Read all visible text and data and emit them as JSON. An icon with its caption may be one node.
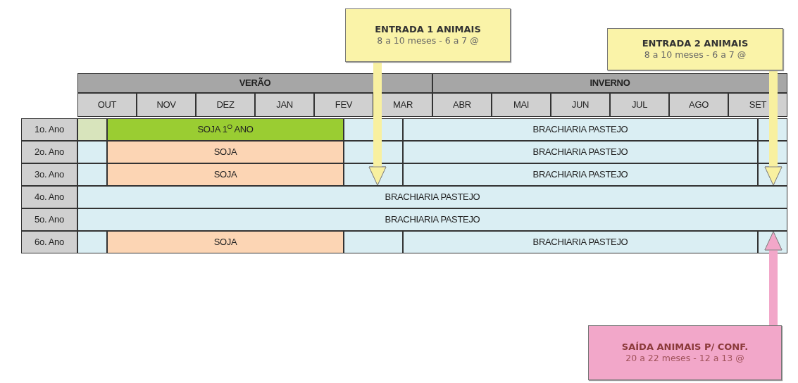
{
  "diagram": {
    "nodes": [
      {
        "text": [
          "ENTRADA 1 ANIMAIS",
          "8 a 10 meses - 6 a 7 @"
        ]
      },
      {
        "text": [
          "ENTRADA 2 ANIMAIS",
          "8 a 10 meses - 6 a 7 @"
        ]
      },
      {
        "text": [
          "SAÍDA ANIMAIS P/ CONF.",
          "20 a 22 meses - 12 a 13 @"
        ]
      },
      {
        "text": [
          "SOJA 1$^{O}$ ANO"
        ]
      },
      {
        "text": [
          "BRACHIARIA PASTEJO"
        ]
      },
      {
        "text": [
          "SOJA"
        ]
      },
      {
        "text": [
          "BRACHIARIA PASTEJO"
        ]
      },
      {
        "text": [
          "SOJA"
        ]
      },
      {
        "text": [
          "BRACHIARIA PASTEJO"
        ]
      },
      {
        "text": [
          "BRACHIARIA PASTEJO"
        ]
      },
      {
        "text": [
          "BRACHIARIA PASTEJO"
        ]
      },
      {
        "text": [
          "SOJA"
        ]
      },
      {
        "text": [
          "BRACHIARIA PASTEJO"
        ]
      }
    ],
    "edges": [
      {
        "from": 0,
        "to": 9,
        "arrow": "to"
      },
      {
        "from": 1,
        "to": 9,
        "arrow": "to"
      },
      {
        "from": 2,
        "to": 10,
        "arrow": "to",
        "color": "#f2a7c9"
      }
    ],
    "labels": [
      "VERÃO",
      "INVERNO",
      "OUT",
      "NOV",
      "DEZ",
      "JAN",
      "FEV",
      "MAR",
      "ABR",
      "MAI",
      "JUN",
      "JUL",
      "AGO",
      "SET",
      "1o. Ano",
      "2o. Ano",
      "3o. Ano",
      "4o. Ano",
      "5o. Ano",
      "6o. Ano"
    ]
  }
}
